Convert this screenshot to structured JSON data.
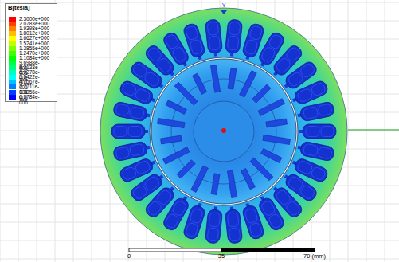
{
  "diagram": {
    "labels": [
      "B[tesla]",
      "Y",
      "0",
      "35",
      "70 (mm)"
    ],
    "legend": [
      {
        "text": "2.3000e+000",
        "color": "#ff0000"
      },
      {
        "text": "2.0783e+000",
        "color": "#ff4000"
      },
      {
        "text": "1.9398e+000",
        "color": "#ff8000"
      },
      {
        "text": "1.8012e+000",
        "color": "#ffbf00"
      },
      {
        "text": "1.6627e+000",
        "color": "#ffff00"
      },
      {
        "text": "1.5241e+000",
        "color": "#bfff00"
      },
      {
        "text": "1.3855e+000",
        "color": "#80ff00"
      },
      {
        "text": "1.2470e+000",
        "color": "#40ff00"
      },
      {
        "text": "1.1084e+000",
        "color": "#00ff00"
      },
      {
        "text": "9.6988e-001",
        "color": "#00ff40"
      },
      {
        "text": "8.3133e-001",
        "color": "#00ff80"
      },
      {
        "text": "6.9278e-001",
        "color": "#00ffbf"
      },
      {
        "text": "5.5422e-001",
        "color": "#00ffff"
      },
      {
        "text": "4.1567e-001",
        "color": "#00bfff"
      },
      {
        "text": "2.7711e-001",
        "color": "#0080ff"
      },
      {
        "text": "1.3856e-001",
        "color": "#0040ff"
      },
      {
        "text": "6.3784e-006",
        "color": "#0000ff"
      }
    ]
  }
}
